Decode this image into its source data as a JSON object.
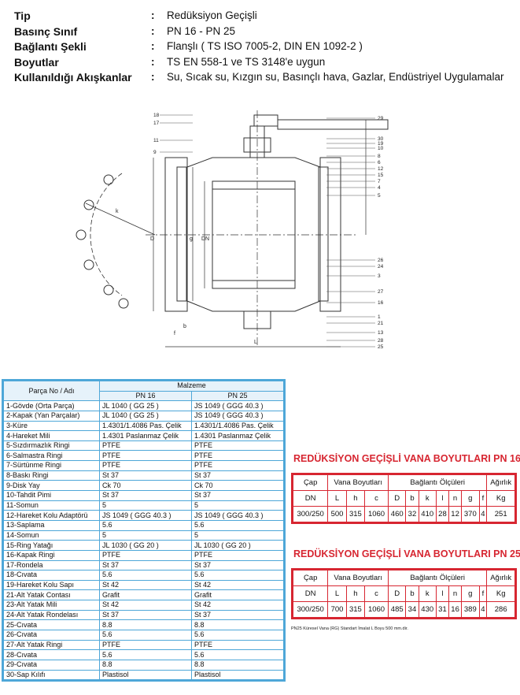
{
  "specs": [
    {
      "label": "Tip",
      "colon": ":",
      "value": "Redüksiyon Geçişli"
    },
    {
      "label": "Basınç Sınıf",
      "colon": ":",
      "value": "PN 16 - PN 25"
    },
    {
      "label": "Bağlantı Şekli",
      "colon": ":",
      "value": "Flanşlı ( TS ISO 7005-2, DIN EN 1092-2 )"
    },
    {
      "label": "Boyutlar",
      "colon": ":",
      "value": "TS EN 558-1 ve TS 3148'e uygun"
    },
    {
      "label": "Kullanıldığı Akışkanlar",
      "colon": ":",
      "value": "Su, Sıcak su, Kızgın su, Basınçlı hava, Gazlar, Endüstriyel Uygulamalar"
    }
  ],
  "drawing": {
    "callouts_right": [
      "18",
      "17",
      "11",
      "9",
      "29",
      "30",
      "19",
      "10",
      "8",
      "6",
      "12",
      "15",
      "7",
      "4",
      "5",
      "26",
      "24",
      "3",
      "27",
      "16",
      "1",
      "21",
      "13",
      "28",
      "25"
    ],
    "dims": [
      "D",
      "g",
      "DN",
      "f",
      "L",
      "b",
      "k"
    ]
  },
  "materials": {
    "part_header": "Parça No / Adı",
    "material_header": "Malzeme",
    "col_pn16": "PN 16",
    "col_pn25": "PN 25",
    "rows": [
      [
        "1-Gövde (Orta Parça)",
        "JL 1040 ( GG 25 )",
        "JS 1049 ( GGG 40.3 )"
      ],
      [
        "2-Kapak (Yan Parçalar)",
        "JL 1040 ( GG 25 )",
        "JS 1049 ( GGG 40.3 )"
      ],
      [
        "3-Küre",
        "1.4301/1.4086 Pas. Çelik",
        "1.4301/1.4086 Pas. Çelik"
      ],
      [
        "4-Hareket Mili",
        "1.4301 Paslanmaz Çelik",
        "1.4301 Paslanmaz Çelik"
      ],
      [
        "5-Sızdırmazlık Ringi",
        "PTFE",
        "PTFE"
      ],
      [
        "6-Salmastra Ringi",
        "PTFE",
        "PTFE"
      ],
      [
        "7-Sürtünme Ringi",
        "PTFE",
        "PTFE"
      ],
      [
        "8-Baskı Ringi",
        "St 37",
        "St 37"
      ],
      [
        "9-Disk Yay",
        "Ck 70",
        "Ck 70"
      ],
      [
        "10-Tahdit Pimi",
        "St 37",
        "St 37"
      ],
      [
        "11-Somun",
        "5",
        "5"
      ],
      [
        "12-Hareket Kolu Adaptörü",
        "JS 1049 ( GGG 40.3 )",
        "JS 1049 ( GGG 40.3 )"
      ],
      [
        "13-Saplama",
        "5.6",
        "5.6"
      ],
      [
        "14-Somun",
        "5",
        "5"
      ],
      [
        "15-Ring Yatağı",
        "JL 1030 ( GG 20 )",
        "JL 1030 ( GG 20 )"
      ],
      [
        "16-Kapak Ringi",
        "PTFE",
        "PTFE"
      ],
      [
        "17-Rondela",
        "St 37",
        "St 37"
      ],
      [
        "18-Cıvata",
        "5.6",
        "5.6"
      ],
      [
        "19-Hareket Kolu Sapı",
        "St 42",
        "St 42"
      ],
      [
        "21-Alt Yatak Contası",
        "Grafit",
        "Grafit"
      ],
      [
        "23-Alt Yatak Mili",
        "St 42",
        "St 42"
      ],
      [
        "24-Alt Yatak Rondelası",
        "St 37",
        "St 37"
      ],
      [
        "25-Cıvata",
        "8.8",
        "8.8"
      ],
      [
        "26-Cıvata",
        "5.6",
        "5.6"
      ],
      [
        "27-Alt Yatak Ringi",
        "PTFE",
        "PTFE"
      ],
      [
        "28-Cıvata",
        "5.6",
        "5.6"
      ],
      [
        "29-Cıvata",
        "8.8",
        "8.8"
      ],
      [
        "30-Sap Kılıfı",
        "Plastisol",
        "Plastisol"
      ]
    ]
  },
  "dim_tables": [
    {
      "title": "REDÜKSİYON GEÇİŞLİ VANA BOYUTLARI PN 16",
      "g1": "Çap",
      "g2": "Vana Boyutları",
      "g3": "Bağlantı Ölçüleri",
      "g4": "Ağırlık",
      "sub": [
        "DN",
        "L",
        "h",
        "c",
        "D",
        "b",
        "k",
        "l",
        "n",
        "g",
        "f",
        "Kg"
      ],
      "values": [
        "300/250",
        "500",
        "315",
        "1060",
        "460",
        "32",
        "410",
        "28",
        "12",
        "370",
        "4",
        "251"
      ]
    },
    {
      "title": "REDÜKSİYON GEÇİŞLİ VANA BOYUTLARI PN 25",
      "g1": "Çap",
      "g2": "Vana Boyutları",
      "g3": "Bağlantı Ölçüleri",
      "g4": "Ağırlık",
      "sub": [
        "DN",
        "L",
        "h",
        "c",
        "D",
        "b",
        "k",
        "l",
        "n",
        "g",
        "f",
        "Kg"
      ],
      "values": [
        "300/250",
        "700",
        "315",
        "1060",
        "485",
        "34",
        "430",
        "31",
        "16",
        "389",
        "4",
        "286"
      ]
    }
  ],
  "note": "PN25 Küresel Vana (RG) Standart İmalat L Boyu 500 mm.dir.",
  "colors": {
    "table_blue": "#4ea7d8",
    "accent_red": "#d72631",
    "drawing_line": "#333333"
  }
}
